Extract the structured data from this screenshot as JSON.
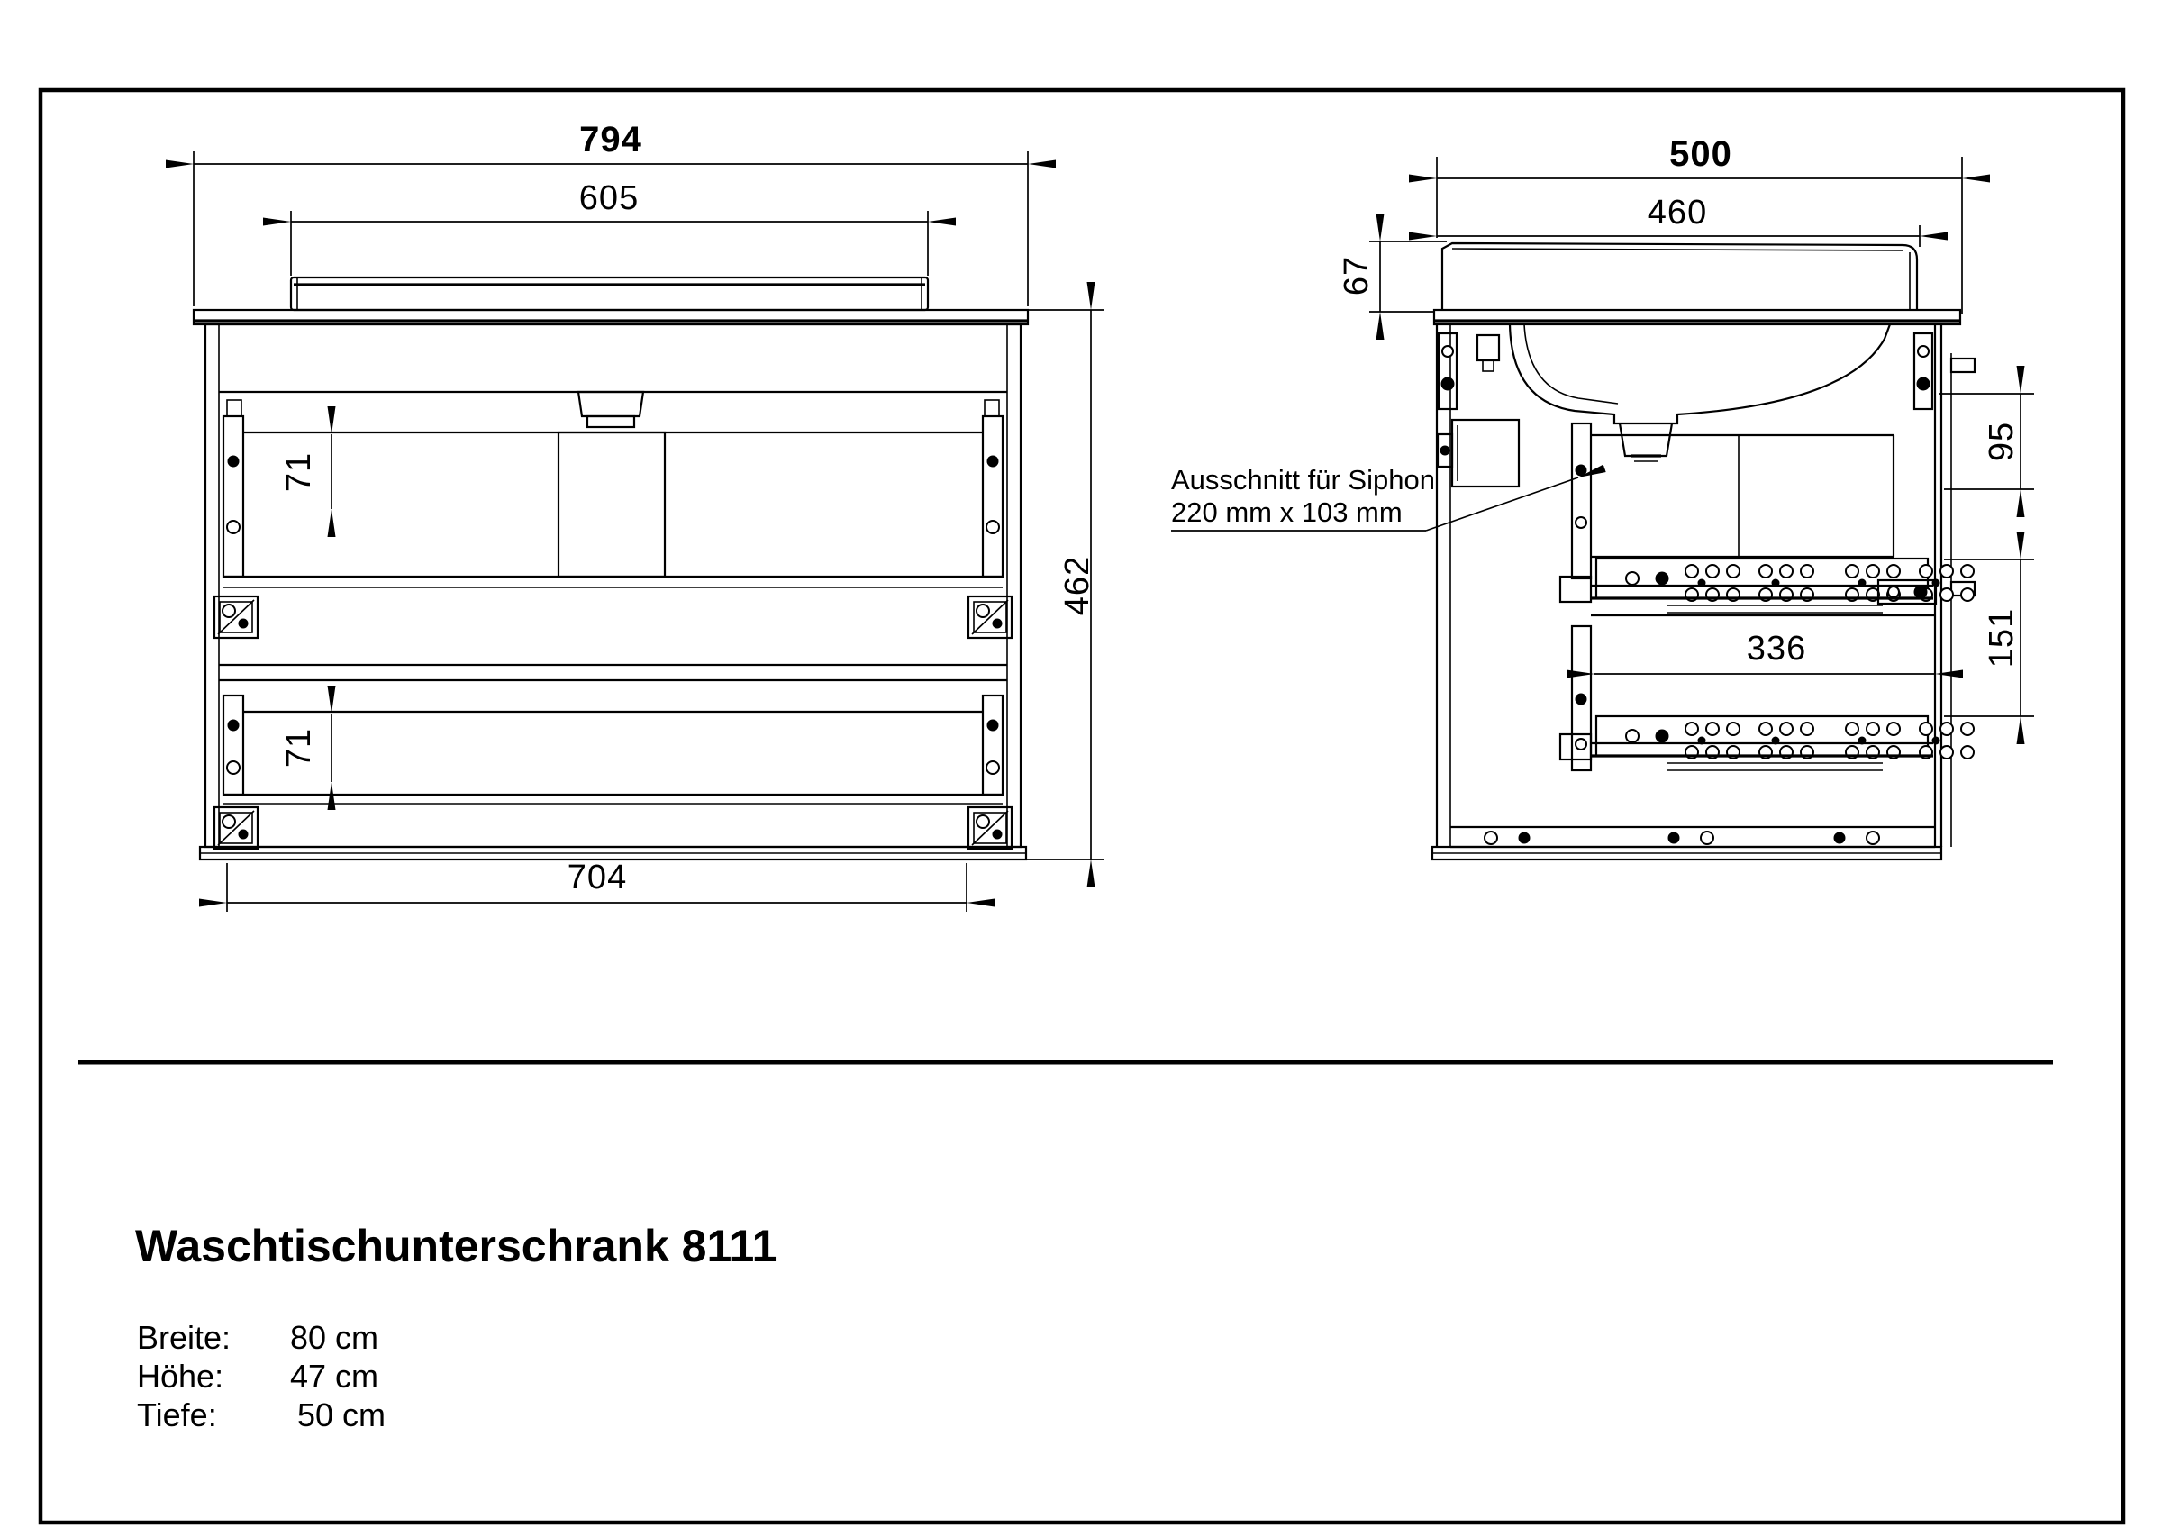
{
  "page": {
    "title": "Waschtischunterschrank 8111",
    "specs": [
      {
        "label": "Breite:",
        "value": "80 cm"
      },
      {
        "label": "Höhe:",
        "value": "47 cm"
      },
      {
        "label": "Tiefe:",
        "value": "50 cm"
      }
    ]
  },
  "front_view": {
    "dim_overall_width": "794",
    "dim_basin_width": "605",
    "dim_drawer_side_top": "71",
    "dim_drawer_side_bottom": "71",
    "dim_overall_height": "462",
    "dim_slide_spacing": "704"
  },
  "side_view": {
    "dim_overall_depth": "500",
    "dim_basin_depth": "460",
    "dim_basin_height": "67",
    "dim_top_offset": "95",
    "dim_lower_offset": "151",
    "dim_slide_length": "336",
    "siphon_note_line1": "Ausschnitt für Siphon",
    "siphon_note_line2": "220 mm x 103 mm"
  },
  "colors": {
    "line": "#000000",
    "background": "#ffffff"
  }
}
